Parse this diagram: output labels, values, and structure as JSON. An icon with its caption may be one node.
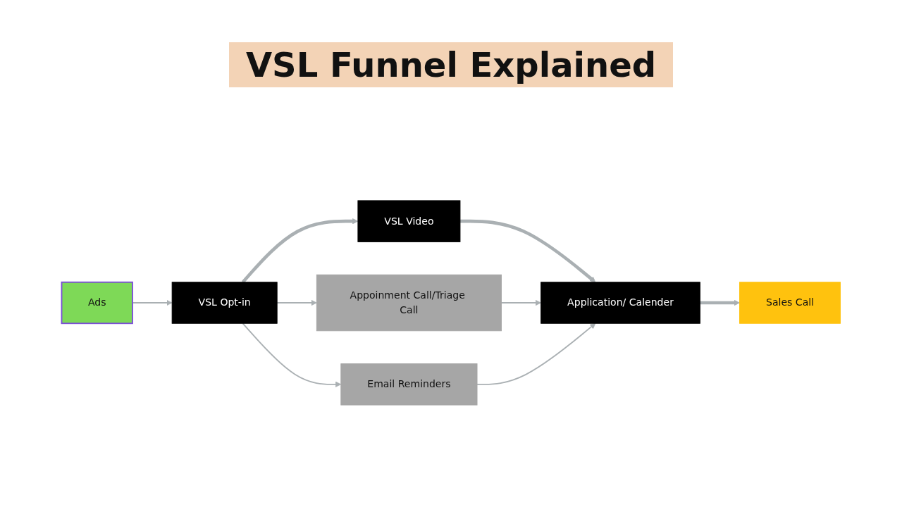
{
  "diagram": {
    "title": "VSL Funnel Explained",
    "nodes": [
      {
        "text": [
          "Ads"
        ]
      },
      {
        "text": [
          "VSL Opt-in"
        ]
      },
      {
        "text": [
          "VSL Video"
        ]
      },
      {
        "text": [
          "Application/ Calender"
        ]
      },
      {
        "text": [
          "Sales Call"
        ]
      },
      {
        "text": [
          "Appoinment Call/Triage Call"
        ]
      },
      {
        "text": [
          "Email Reminders"
        ]
      }
    ],
    "edges": [
      {
        "from": 0,
        "to": 1,
        "arrow": "to"
      },
      {
        "from": 1,
        "to": 2,
        "arrow": "to",
        "style": "thick"
      },
      {
        "from": 2,
        "to": 3,
        "arrow": "to",
        "style": "thick"
      },
      {
        "from": 3,
        "to": 4,
        "arrow": "to",
        "style": "thick"
      },
      {
        "from": 1,
        "to": 5,
        "arrow": "to"
      },
      {
        "from": 1,
        "to": 6,
        "arrow": "to"
      },
      {
        "from": 5,
        "to": 3,
        "arrow": "to"
      },
      {
        "from": 6,
        "to": 3,
        "arrow": "to"
      }
    ]
  }
}
